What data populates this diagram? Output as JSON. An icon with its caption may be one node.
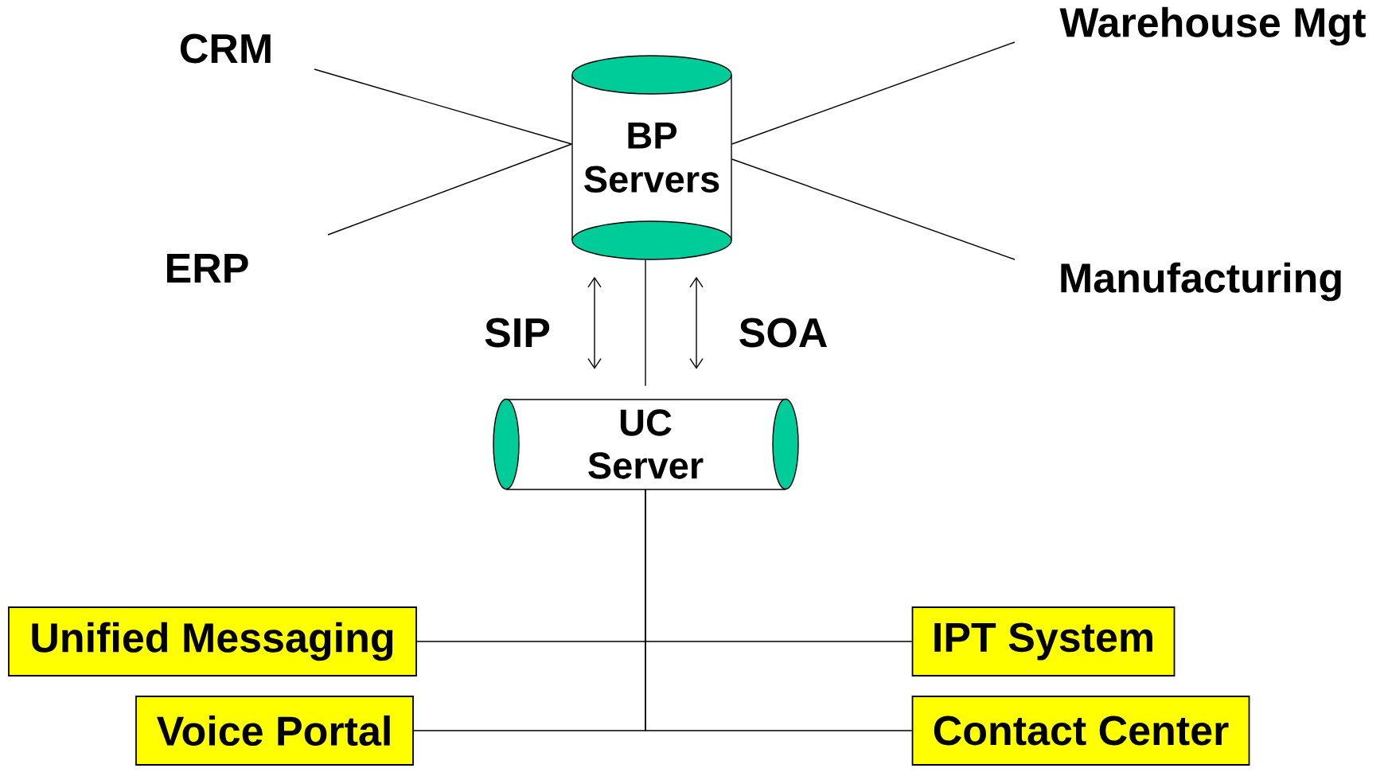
{
  "diagram": {
    "nodes": [
      {
        "text": [
          "CRM"
        ]
      },
      {
        "text": [
          "ERP"
        ]
      },
      {
        "text": [
          "Warehouse Mgt"
        ]
      },
      {
        "text": [
          "Manufacturing"
        ]
      },
      {
        "text": [
          "BP Servers"
        ]
      },
      {
        "text": [
          "UC Server"
        ]
      },
      {
        "text": [
          "Unified Messaging"
        ]
      },
      {
        "text": [
          "IPT System"
        ]
      },
      {
        "text": [
          "Voice Portal"
        ]
      },
      {
        "text": [
          "Contact Center"
        ]
      }
    ],
    "edges": [
      {
        "from": 0,
        "to": 4,
        "arrow": "none"
      },
      {
        "from": 1,
        "to": 4,
        "arrow": "none"
      },
      {
        "from": 2,
        "to": 4,
        "arrow": "none"
      },
      {
        "from": 3,
        "to": 4,
        "arrow": "none"
      },
      {
        "from": 4,
        "to": 5,
        "arrow": "none"
      },
      {
        "from": 4,
        "to": 5,
        "arrow": "both",
        "label": "SIP"
      },
      {
        "from": 4,
        "to": 5,
        "arrow": "both",
        "label": "SOA"
      },
      {
        "from": 5,
        "to": 6,
        "arrow": "none"
      },
      {
        "from": 5,
        "to": 7,
        "arrow": "none"
      },
      {
        "from": 5,
        "to": 8,
        "arrow": "none"
      },
      {
        "from": 5,
        "to": 9,
        "arrow": "none"
      }
    ]
  }
}
